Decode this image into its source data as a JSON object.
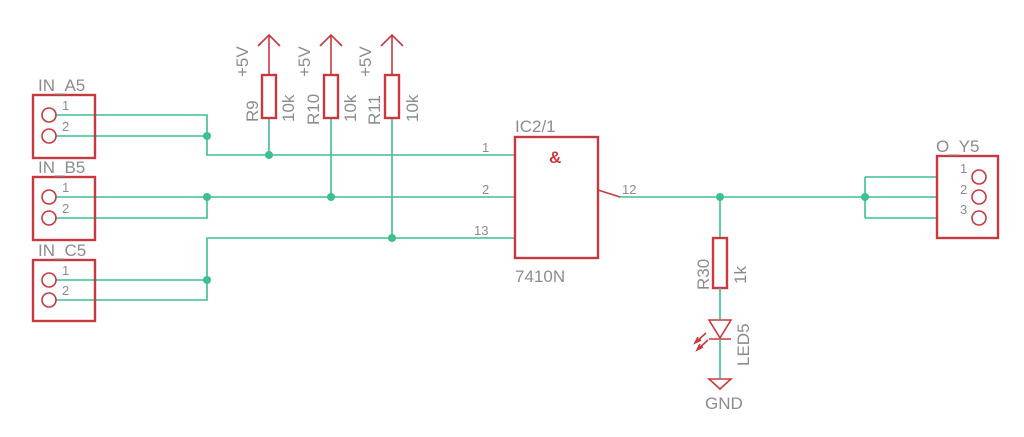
{
  "connectors": {
    "in_a": {
      "name": "IN_A5",
      "pin1": "1",
      "pin2": "2"
    },
    "in_b": {
      "name": "IN_B5",
      "pin1": "1",
      "pin2": "2"
    },
    "in_c": {
      "name": "IN_C5",
      "pin1": "1",
      "pin2": "2"
    },
    "out": {
      "name": "O_Y5",
      "pin1": "1",
      "pin2": "2",
      "pin3": "3"
    }
  },
  "resistors": {
    "r9": {
      "name": "R9",
      "value": "10k",
      "supply": "+5V"
    },
    "r10": {
      "name": "R10",
      "value": "10k",
      "supply": "+5V"
    },
    "r11": {
      "name": "R11",
      "value": "10k",
      "supply": "+5V"
    },
    "r30": {
      "name": "R30",
      "value": "1k"
    }
  },
  "gate": {
    "name": "IC2/1",
    "part": "7410N",
    "symbol": "&",
    "pin_in1": "1",
    "pin_in2": "2",
    "pin_in3": "13",
    "pin_out": "12"
  },
  "led": {
    "name": "LED5"
  },
  "ground": {
    "label": "GND"
  },
  "colors": {
    "wire": "#3dbf8f",
    "symbol": "#c8393f",
    "text": "#8c8c8c"
  }
}
